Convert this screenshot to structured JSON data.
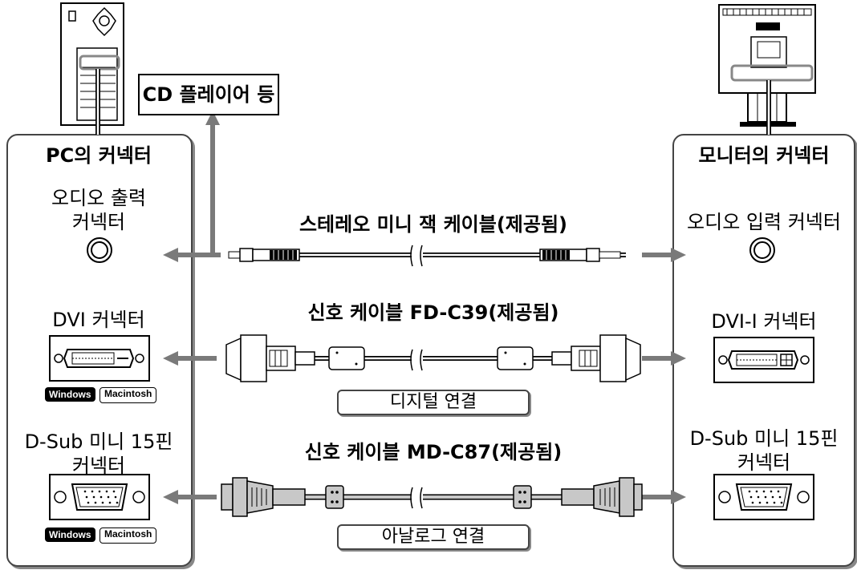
{
  "pc_panel": {
    "title": "PC의 커넥터",
    "audio_out": {
      "line1": "오디오 출력",
      "line2": "커넥터"
    },
    "dvi": {
      "label": "DVI 커넥터",
      "badges": [
        "Windows",
        "Macintosh"
      ]
    },
    "dsub": {
      "line1": "D-Sub 미니 15핀",
      "line2": "커넥터",
      "badges": [
        "Windows",
        "Macintosh"
      ]
    }
  },
  "cd_player": "CD 플레이어 등",
  "monitor_panel": {
    "title": "모니터의 커넥터",
    "audio_in": "오디오 입력 커넥터",
    "dvi_i": "DVI-I 커넥터",
    "dsub": {
      "line1": "D-Sub 미니 15핀",
      "line2": "커넥터"
    }
  },
  "cables": {
    "stereo": "스테레오 미니 잭 케이블(제공됨)",
    "dvi": "신호 케이블 FD-C39(제공됨)",
    "analog": "신호 케이블 MD-C87(제공됨)"
  },
  "connections": {
    "digital": "디지털 연결",
    "analog": "아날로그 연결"
  },
  "colors": {
    "arrow": "#7a7a7a",
    "cable_analog": "#c8c8c8",
    "border": "#444444"
  }
}
